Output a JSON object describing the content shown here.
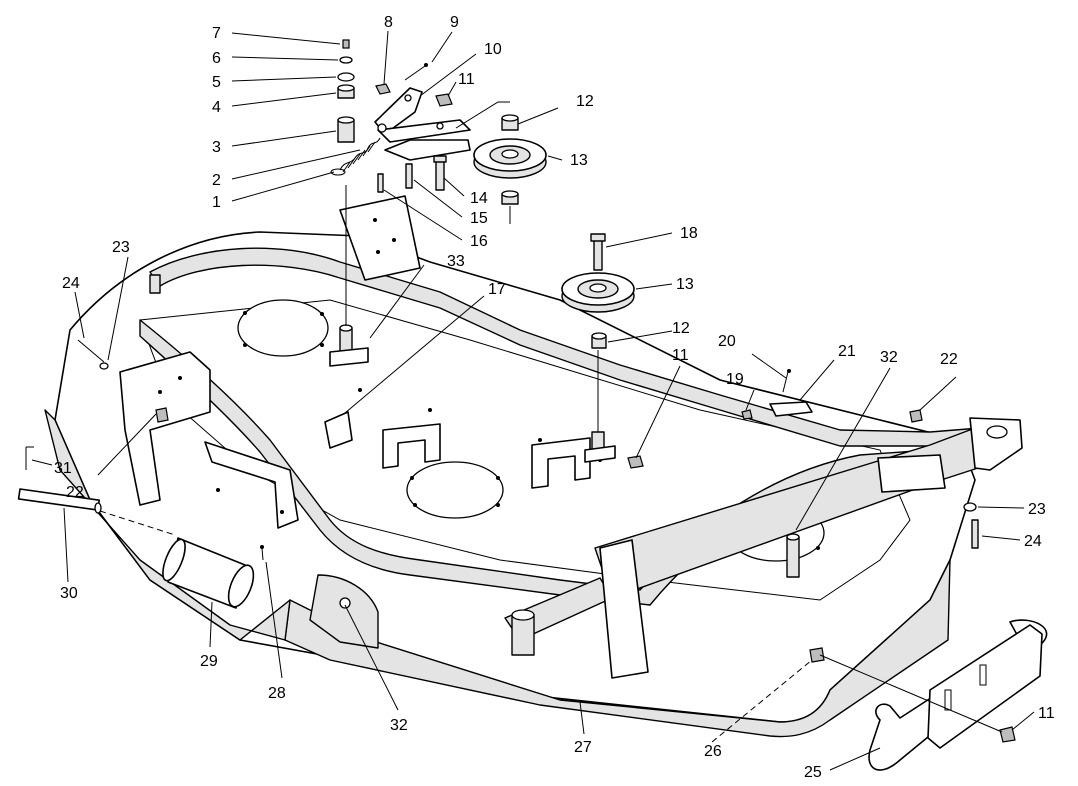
{
  "callouts": {
    "c1": "1",
    "c2": "2",
    "c3": "3",
    "c4": "4",
    "c5": "5",
    "c6": "6",
    "c7": "7",
    "c8": "8",
    "c9": "9",
    "c10": "10",
    "c11a": "11",
    "c11b": "11",
    "c11c": "11",
    "c12a": "12",
    "c12b": "12",
    "c13a": "13",
    "c13b": "13",
    "c14": "14",
    "c15": "15",
    "c16": "16",
    "c17": "17",
    "c18": "18",
    "c19": "19",
    "c20": "20",
    "c21": "21",
    "c22a": "22",
    "c22b": "22",
    "c23a": "23",
    "c23b": "23",
    "c24a": "24",
    "c24b": "24",
    "c25": "25",
    "c26": "26",
    "c27": "27",
    "c28": "28",
    "c29": "29",
    "c30": "30",
    "c31": "31",
    "c32a": "32",
    "c32b": "32",
    "c33": "33"
  }
}
